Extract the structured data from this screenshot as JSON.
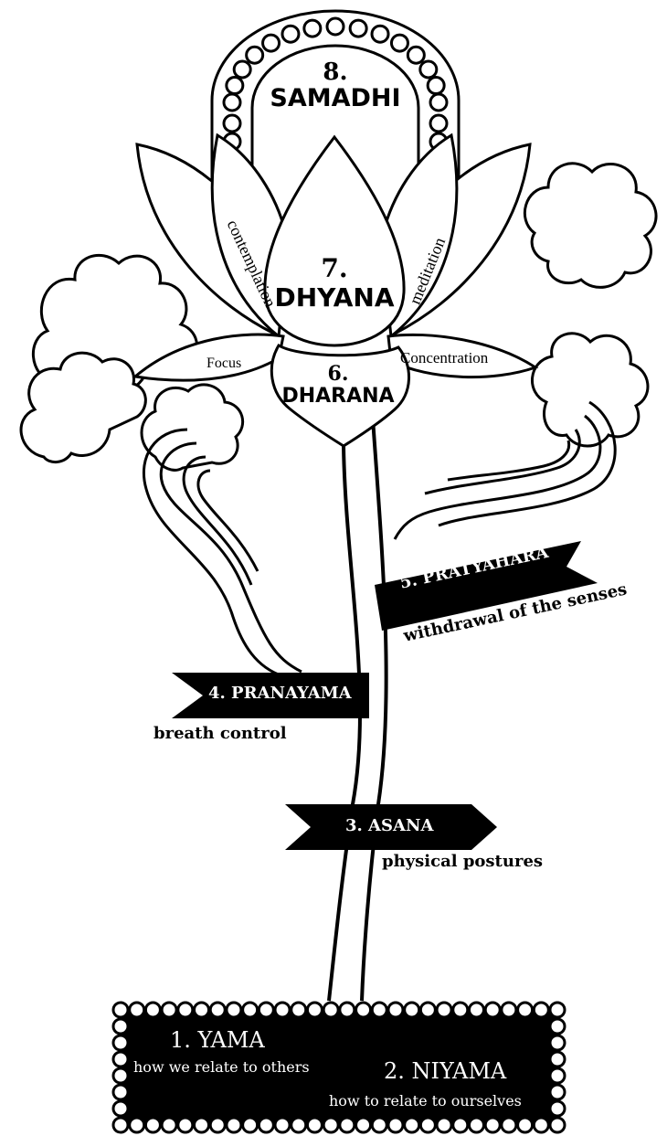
{
  "colors": {
    "ink": "#000000",
    "paper": "#ffffff"
  },
  "limbs": {
    "samadhi": {
      "number": "8.",
      "name": "SAMADHI"
    },
    "dhyana": {
      "number": "7.",
      "name": "DHYANA"
    },
    "dharana": {
      "number": "6.",
      "name": "DHARANA"
    },
    "pratyahara": {
      "title": "5. PRATYAHARA",
      "subtitle": "withdrawal of the senses"
    },
    "pranayama": {
      "title": "4. PRANAYAMA",
      "subtitle": "breath control"
    },
    "asana": {
      "title": "3. ASANA",
      "subtitle": "physical postures"
    },
    "yama": {
      "title": "1. YAMA",
      "subtitle": "how we relate to others"
    },
    "niyama": {
      "title": "2. NIYAMA",
      "subtitle": "how to relate to ourselves"
    }
  },
  "petals": {
    "contemplation": "contemplation",
    "meditation": "meditation",
    "focus": "Focus",
    "concentration": "Concentration"
  }
}
